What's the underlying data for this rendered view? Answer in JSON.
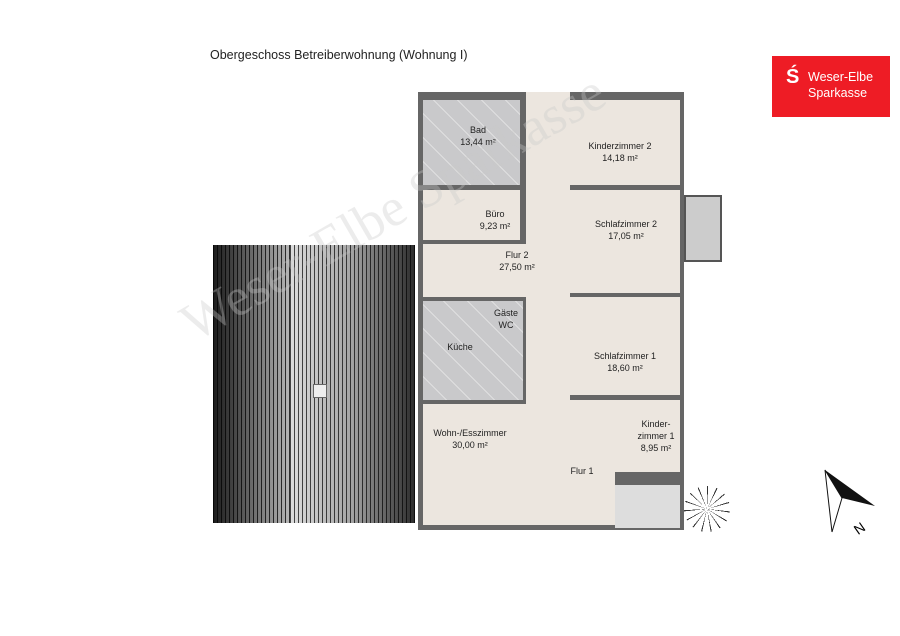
{
  "title": "Obergeschoss Betreiberwohnung (Wohnung I)",
  "logo": {
    "line1": "Weser-Elbe",
    "line2": "Sparkasse",
    "color": "#ee1c25"
  },
  "watermark": "Weser-Elbe Sparkasse",
  "rooms": {
    "bad": {
      "name": "Bad",
      "area": "13,44 m²"
    },
    "kinderzimmer2": {
      "name": "Kinderzimmer 2",
      "area": "14,18 m²"
    },
    "buero": {
      "name": "Büro",
      "area": "9,23 m²"
    },
    "schlafzimmer2": {
      "name": "Schlafzimmer 2",
      "area": "17,05 m²"
    },
    "flur2": {
      "name": "Flur 2",
      "area": "27,50 m²"
    },
    "gaestewc": {
      "name": "Gäste WC"
    },
    "kueche": {
      "name": "Küche"
    },
    "schlafzimmer1": {
      "name": "Schlafzimmer 1",
      "area": "18,60 m²"
    },
    "wohn": {
      "name": "Wohn-/Esszimmer",
      "area": "30,00 m²"
    },
    "kinderzimmer1": {
      "name": "Kinder-",
      "name2": "zimmer 1",
      "area": "8,95 m²"
    },
    "flur1": {
      "name": "Flur 1"
    }
  },
  "compass": {
    "label": "N"
  }
}
